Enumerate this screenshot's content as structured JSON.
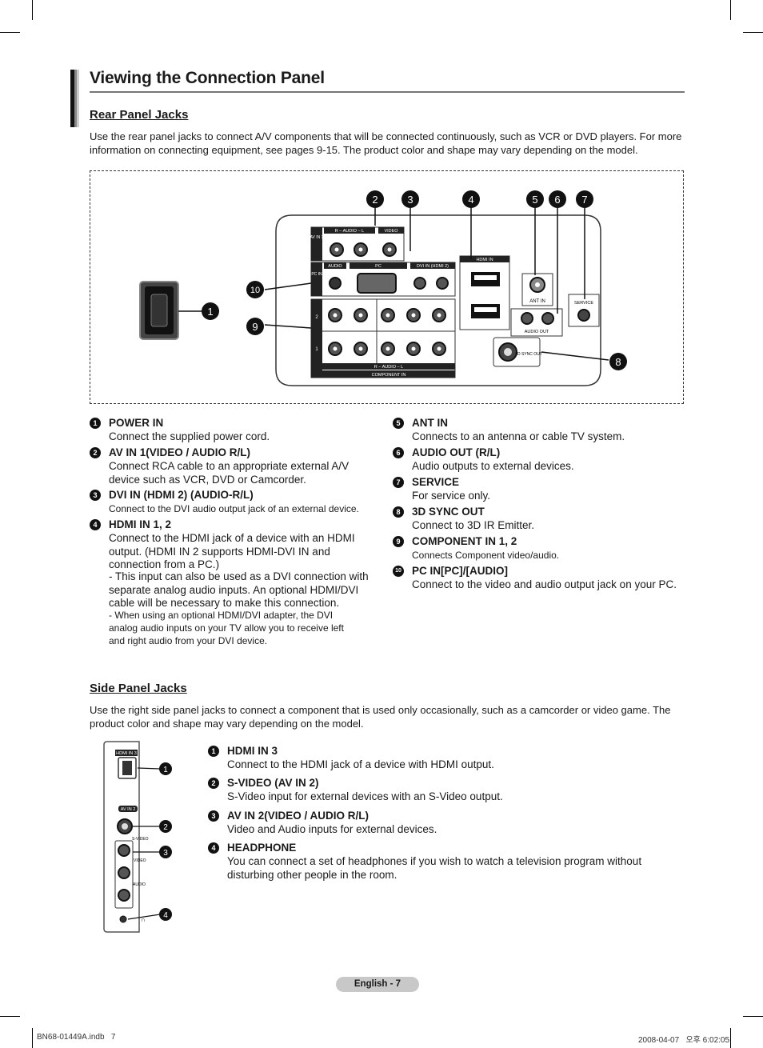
{
  "page": {
    "title": "Viewing the Connection Panel",
    "footer_label": "English - 7",
    "print_slug": "BN68-01449A.indb   7",
    "print_date": "2008-04-07   오후 6:02:05"
  },
  "rear": {
    "section_title": "Rear Panel Jacks",
    "intro": "Use the rear panel jacks to connect A/V components that will be connected continuously, such as VCR or DVD players. For more information on connecting equipment, see pages 9-15. The product color and shape may vary depending on the model.",
    "callouts": [
      "1",
      "2",
      "3",
      "4",
      "5",
      "6",
      "7",
      "8",
      "9",
      "10"
    ],
    "panel_labels": {
      "audio_rl": "R – AUDIO – L",
      "video": "VIDEO",
      "av_in_1": "AV IN 1",
      "audio": "AUDIO",
      "pc": "PC",
      "dvi_in": "DVI IN (HDMI 2)",
      "pc_in": "PC IN",
      "hdmi_in": "HDMI IN",
      "ant_in": "ANT IN",
      "service": "SERVICE",
      "audio_out": "AUDIO OUT",
      "sync_out": "3D SYNC OUT",
      "component_in": "COMPONENT IN",
      "row_2": "2",
      "row_1": "1"
    },
    "left_items": [
      {
        "num": "1",
        "heading": "POWER IN",
        "desc": "Connect the supplied power cord."
      },
      {
        "num": "2",
        "heading": "AV IN 1(VIDEO / AUDIO R/L)",
        "desc": "Connect RCA cable to an appropriate external A/V\ndevice such as VCR, DVD or Camcorder."
      },
      {
        "num": "3",
        "heading": "DVI IN (HDMI 2) (AUDIO-R/L)",
        "desc": "Connect to the DVI audio output jack of an external device."
      },
      {
        "num": "4",
        "heading": "HDMI IN 1, 2",
        "desc": "Connect to the HDMI jack of a device with an HDMI\noutput. (HDMI IN 2 supports HDMI-DVI IN and\nconnection from a PC.)"
      }
    ],
    "hdmi_notes": [
      "- This input can also be used as a DVI connection with\n  separate analog audio inputs. An optional HDMI/DVI\n  cable will be necessary to make this connection.",
      "- When using an optional HDMI/DVI adapter, the DVI\n  analog audio inputs on your TV allow you to receive left\n  and right audio from your DVI device."
    ],
    "right_items": [
      {
        "num": "5",
        "heading": "ANT IN",
        "desc": "Connects to an antenna or cable TV system."
      },
      {
        "num": "6",
        "heading": "AUDIO OUT (R/L)",
        "desc": "Audio outputs to external devices."
      },
      {
        "num": "7",
        "heading": "SERVICE",
        "desc": "For service only."
      },
      {
        "num": "8",
        "heading": "3D SYNC OUT",
        "desc": "Connect to 3D IR Emitter."
      },
      {
        "num": "9",
        "heading": "COMPONENT IN 1, 2",
        "desc": "Connects Component video/audio."
      },
      {
        "num": "10",
        "heading": "PC IN[PC]/[AUDIO]",
        "desc": "Connect to the video and audio output jack on your PC."
      }
    ]
  },
  "side": {
    "section_title": "Side Panel Jacks",
    "intro": "Use the right side panel jacks to connect a component that is used only occasionally, such as a camcorder or video game. The product color and shape may vary depending on the model.",
    "panel_labels": {
      "hdmi_in_3": "HDMI IN 3",
      "av_in_2": "AV IN 2",
      "s_video": "S-VIDEO",
      "video": "VIDEO",
      "audio": "AUDIO"
    },
    "callouts": [
      "1",
      "2",
      "3",
      "4"
    ],
    "items": [
      {
        "num": "1",
        "heading": "HDMI IN 3",
        "desc": "Connect to the HDMI jack of a device with HDMI output."
      },
      {
        "num": "2",
        "heading": "S-VIDEO (AV IN 2)",
        "desc": "S-Video input for external devices with an S-Video output."
      },
      {
        "num": "3",
        "heading": "AV IN 2(VIDEO / AUDIO R/L)",
        "desc": "Video and Audio inputs for external devices."
      },
      {
        "num": "4",
        "heading": "HEADPHONE",
        "desc": "You can connect a set of headphones if you wish to watch a television program without\ndisturbing other people in the room."
      }
    ]
  }
}
